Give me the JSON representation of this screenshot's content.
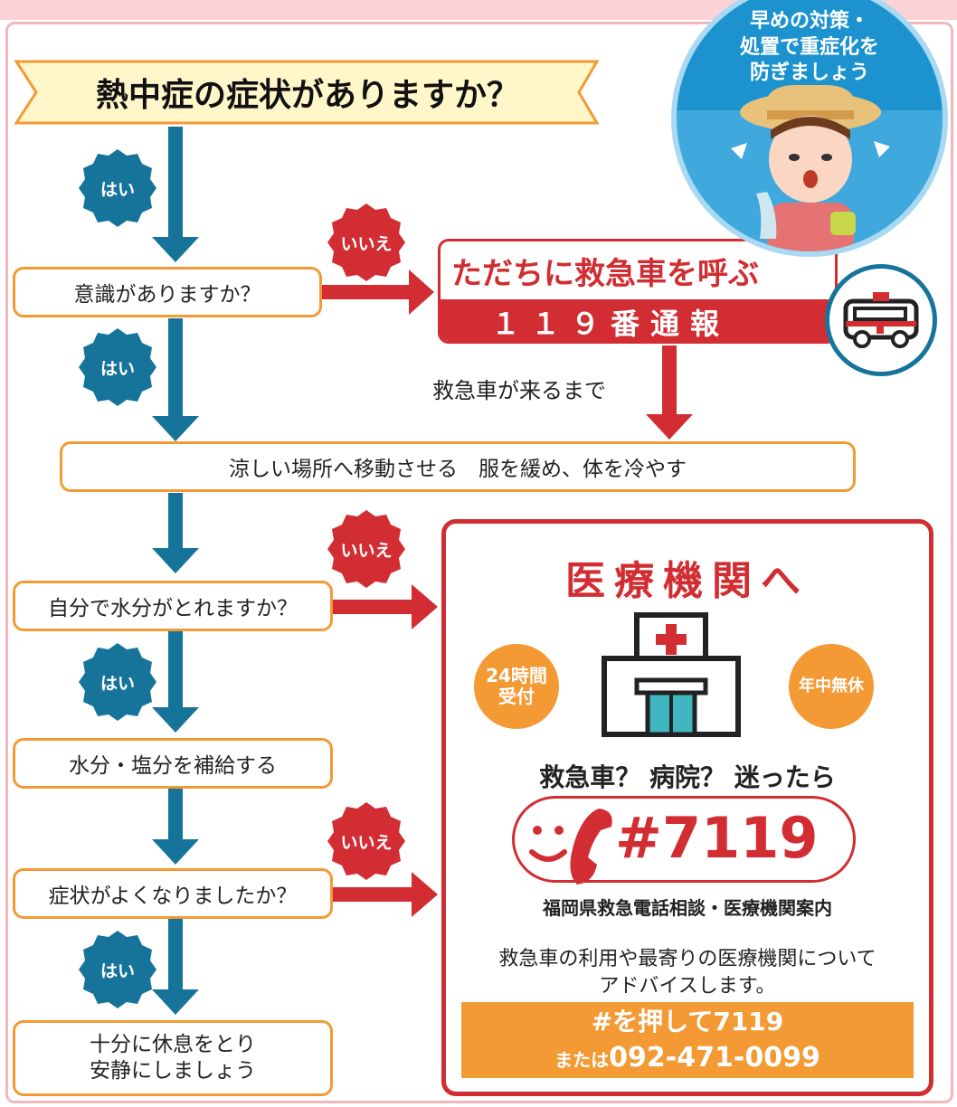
{
  "colors": {
    "blue": "#16749b",
    "red": "#d22d32",
    "orange": "#f39a35",
    "pink": "#f2b7bd",
    "light_blue": "#3fa8dd",
    "banner_fill": "#fff7c9"
  },
  "banner": {
    "title": "熱中症の症状がありますか？"
  },
  "callout": {
    "line1": "早めの対策・",
    "line2": "処置で重症化を",
    "line3": "防ぎましょう",
    "illustration": "woman-illustration"
  },
  "answers": {
    "yes": "はい",
    "no": "いいえ"
  },
  "steps": {
    "consciousness": "意識がありますか？",
    "move": "涼しい場所へ移動させる　服を緩め、体を冷やす",
    "drink": "自分で水分がとれますか？",
    "hydrate": "水分・塩分を補給する",
    "better": "症状がよくなりましたか？",
    "rest_line1": "十分に休息をとり",
    "rest_line2": "安静にしましょう"
  },
  "emergency": {
    "title": "ただちに救急車を呼ぶ",
    "number": "１１９番通報",
    "until": "救急車が来るまで",
    "icon": "ambulance-icon"
  },
  "medical": {
    "title": "医療機関へ",
    "open_24h_line1": "24時間",
    "open_24h_line2": "受付",
    "open_all_year": "年中無休",
    "hospital_icon": "hospital-icon",
    "question": "救急車？ 病院？ 迷ったら",
    "hotline": "#7119",
    "phone_icon": "phone-icon",
    "service_name": "福岡県救急電話相談・医療機関案内",
    "desc_line1": "救急車の利用や最寄りの医療機関について",
    "desc_line2": "アドバイスします。",
    "dial_line1": "#を押して7119",
    "dial_prefix": "または",
    "dial_number": "092-471-0099"
  }
}
